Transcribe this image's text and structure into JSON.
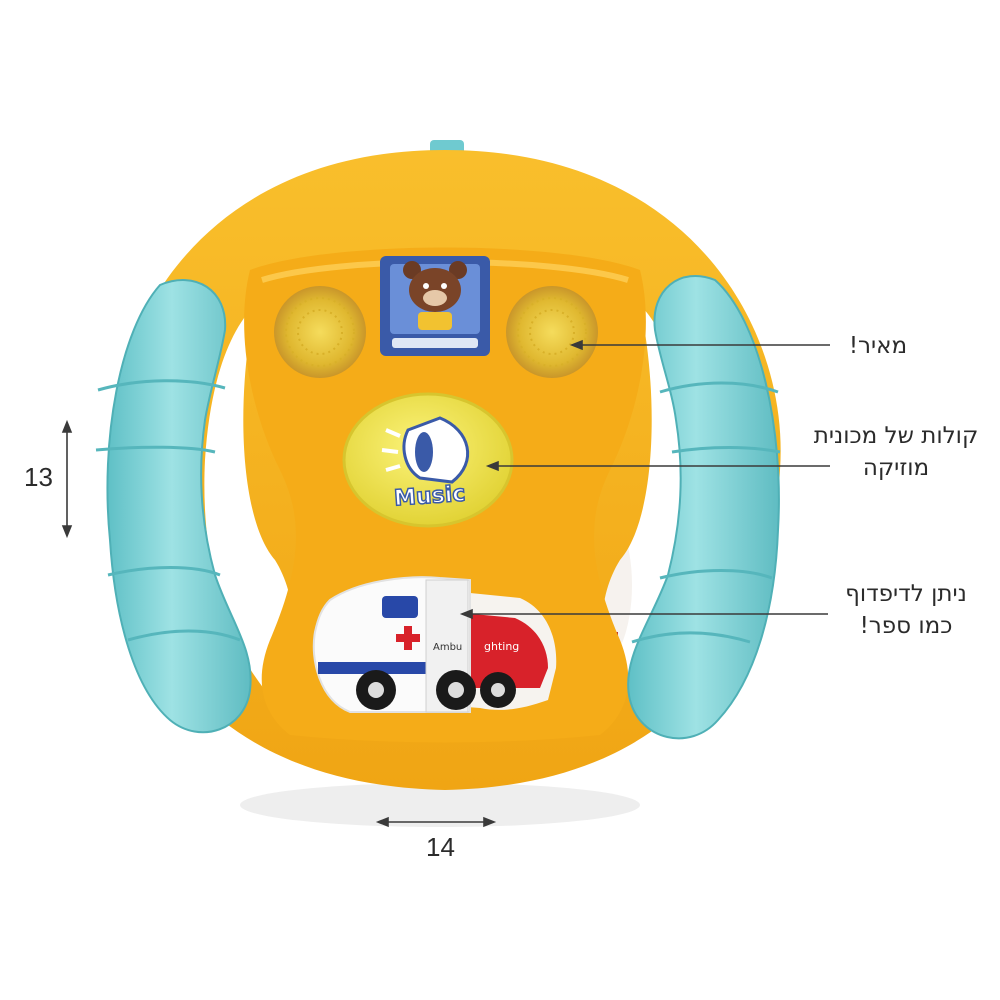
{
  "annotations": {
    "lights": "מאיר!",
    "music_line1": "קולות של מכונית",
    "music_line2": "מוזיקה",
    "flip_line1": "ניתן לדיפדוף",
    "flip_line2": "כמו ספר!"
  },
  "dimensions": {
    "height": "13",
    "width": "14"
  },
  "toy": {
    "button_label": "Music",
    "card_text_1": "Ambu",
    "card_text_2": "ghting"
  },
  "colors": {
    "wheel": "#f7b21c",
    "wheel_shadow": "#e39a10",
    "grips": "#7fd3d6",
    "grips_shadow": "#4fb5bb",
    "music_button": "#f2e84a",
    "light": "#e8c63a",
    "ambulance_accent": "#2848a8",
    "fire_truck": "#d8222a"
  }
}
